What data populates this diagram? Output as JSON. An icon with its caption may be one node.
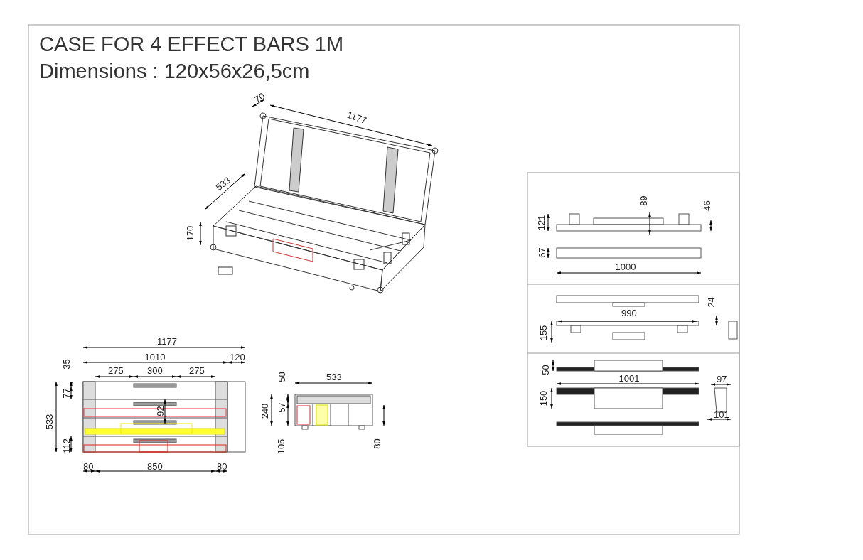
{
  "diagram": {
    "title": "CASE FOR 4 EFFECT BARS 1M",
    "labels": [
      "Dimensions : 120x56x26,5cm",
      "70",
      "1177",
      "533",
      "170",
      "1177",
      "1010",
      "120",
      "35",
      "275",
      "300",
      "275",
      "77",
      "92",
      "533",
      "112",
      "80",
      "850",
      "80",
      "50",
      "533",
      "240",
      "57",
      "105",
      "80",
      "89",
      "46",
      "121",
      "67",
      "1000",
      "990",
      "24",
      "155",
      "50",
      "1001",
      "97",
      "150",
      "101"
    ]
  }
}
